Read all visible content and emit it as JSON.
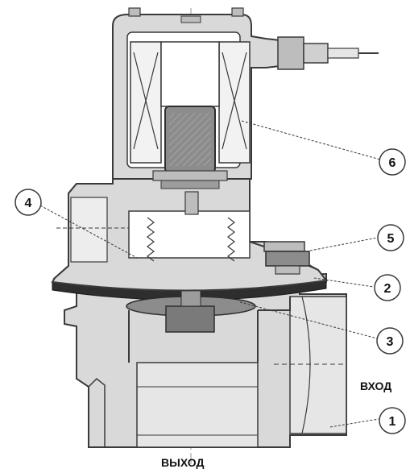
{
  "callouts": [
    {
      "id": "c1",
      "label": "1"
    },
    {
      "id": "c2",
      "label": "2"
    },
    {
      "id": "c3",
      "label": "3"
    },
    {
      "id": "c4",
      "label": "4"
    },
    {
      "id": "c5",
      "label": "5"
    },
    {
      "id": "c6",
      "label": "6"
    }
  ],
  "flow": {
    "inlet_label": "ВХОД",
    "outlet_label": "ВЫХОД"
  },
  "colors": {
    "body_fill": "#d9d9d9",
    "outline": "#3a3a3a",
    "dark_part": "#8c8c8c",
    "coil_fill": "#f2f2f2",
    "background": "#ffffff"
  }
}
